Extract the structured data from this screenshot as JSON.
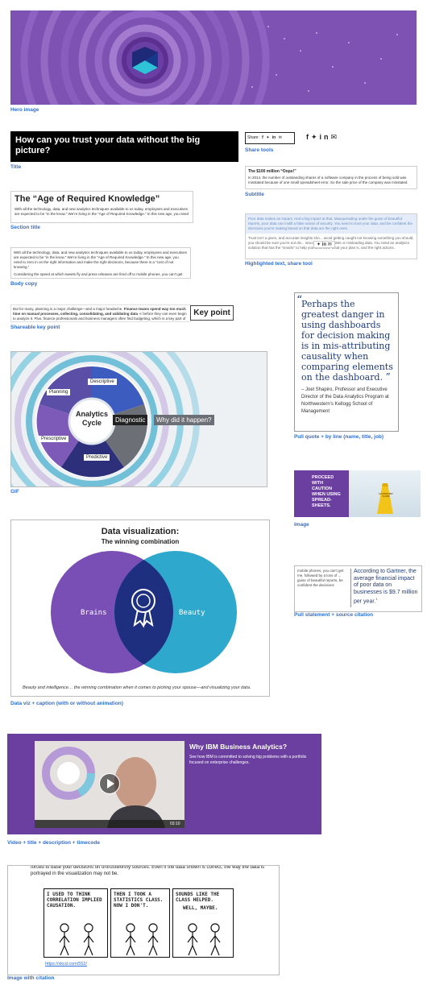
{
  "captions": {
    "hero": "Hero image",
    "share_tools": "Share tools",
    "title": "Title",
    "subtitle": "Subtitle",
    "section_title": "Section title",
    "highlighted": "Highlighted text, share tool",
    "body_copy": "Body copy",
    "shareable_key_point": "Shareable key point",
    "pull_quote": "Pull quote + by line (name, title, job)",
    "gif": "GIF",
    "image": "Image",
    "pull_statement": "Pull statement + source citation",
    "dataviz": "Data viz + caption (with or without animation)",
    "video": "Video + title + description + timecode",
    "image_citation": "Image with citation"
  },
  "title_block": {
    "text": "How can you trust your data without the big picture?"
  },
  "share_bar": {
    "label": "Share:"
  },
  "subtitle_block": {
    "heading": "The $100 million “Oops!”",
    "body": "In 2014, the number of outstanding shares of a software company in the process of being sold was misstated because of one small spreadsheet error. So the sale price of the company was misstated"
  },
  "section_block": {
    "heading": "The “Age of Required Knowledge”",
    "body": "With all the technology, data, and new analytics techniques available to us today, employees and executives are expected to be “in the know.” We’re living in the “Age of Required Knowledge.” In this new age, you need"
  },
  "highlight_block": {
    "line1": "Poor data makes an impact. And a big impact at that. Masquerading under the guise of beautiful reports, poor data can instill a false sense of security. You need to trust your data, and be confident the decisions you’re making based on that data are the right ones.",
    "line2": "Trust isn’t a given, and accurate insights sho... avoid getting caught not knowing something you should, you should be sure you’re not div... inaccurate, incomplete or misleading data. You need an analytics solution that has the “smarts” to help you determine what your plan is, and the right actions."
  },
  "body_block": {
    "p1": "With all the technology, data, and new analytics techniques available to us today, employees and executives are expected to be “in the know.” We’re living in the “Age of Required Knowledge.” In this new age, you need to zero in on the right information and make the right decisions, because there is a “cost of not knowing.”",
    "p2": "Considering the speed at which tweets fly and press releases are fired off to mobile phones, you can’t get"
  },
  "key_point_block": {
    "text_a": "But for many, planning is a major challenge—and a major headache.",
    "text_b": "Finance teams spend way too much time on manual processes, collecting, consolidating, and validating data",
    "text_c": "before they can even begin to analyze it. Plus, finance professionals and business managers often find budgeting, which is a key part of",
    "label": "Key point"
  },
  "pull_quote_block": {
    "quote": "Perhaps the greatest danger in using dashboards for decision making is in mis-attributing causality when comparing elements on the dashboard.",
    "byline": "– Joel Shapiro, Professor and Executive Director of the Data Analytics Program at Northwestern’s Kellogg School of Management"
  },
  "gif_block": {
    "center": "Analytics Cycle",
    "segments": [
      "Descriptive",
      "Planning",
      "Prescriptive",
      "Predictive",
      "Diagnostic"
    ],
    "question": "Why did it happen?"
  },
  "image_block": {
    "text": "PROCEED WITH CAUTION WHEN USING SPREAD-SHEETS.",
    "sign": "CAUTION WET FLOOR"
  },
  "pull_statement_block": {
    "left": "mobile phones, you can’t get me, followed by a loss of ... guise of beautiful reports, be confident the decisions",
    "right": "According to Gartner, the average financial impact of poor data on businesses is $9.7 million per year.",
    "footnote": "1"
  },
  "dataviz_block": {
    "title": "Data visualization:",
    "subtitle": "The winning combination",
    "left": "Brains",
    "right": "Beauty",
    "caption": "Beauty and intelligence… the winning combination when it comes to picking your spouse—and visualizing your data."
  },
  "video_block": {
    "title": "Why IBM Business Analytics?",
    "description": "See how IBM is committed to solving big problems with a portfolio focused on enterprise challenges.",
    "timecode": "03:10"
  },
  "comic_block": {
    "intro": "forced to base your decisions on untrustworthy sources. Even if the data shown is correct, the way the data is portrayed in the visualization may not be.",
    "panel1": "I USED TO THINK CORRELATION IMPLIED CAUSATION.",
    "panel2": "THEN I TOOK A STATISTICS CLASS. NOW I DON'T.",
    "panel3": "SOUNDS LIKE THE CLASS HELPED.",
    "panel3b": "WELL, MAYBE.",
    "link": "https://xkcd.com/552/"
  },
  "colors": {
    "purple": "#6b3fa0",
    "caption_blue": "#2f6fd6",
    "teal": "#27a6c4"
  }
}
